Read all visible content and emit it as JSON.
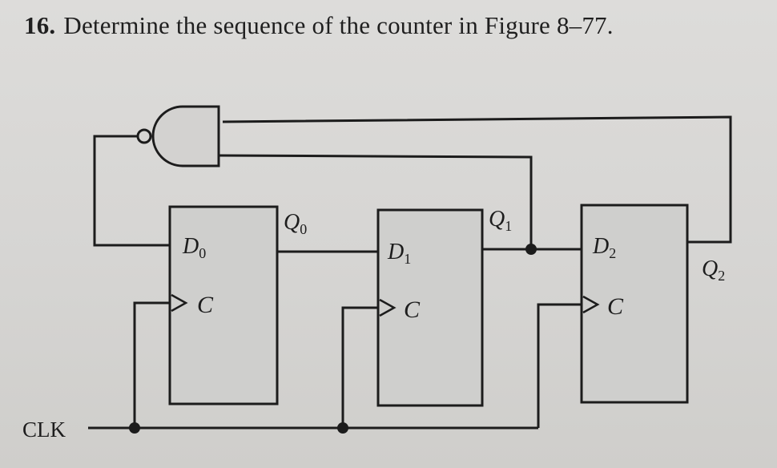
{
  "question": {
    "number": "16.",
    "text": "Determine the sequence of the counter in Figure 8–77."
  },
  "circuit": {
    "clock_label": "CLK",
    "flip_flops": [
      {
        "d_letter": "D",
        "d_sub": "0",
        "clock_letter": "C",
        "out_letter": "Q",
        "out_sub": "0"
      },
      {
        "d_letter": "D",
        "d_sub": "1",
        "clock_letter": "C",
        "out_letter": "Q",
        "out_sub": "1"
      },
      {
        "d_letter": "D",
        "d_sub": "2",
        "clock_letter": "C",
        "out_letter": "Q",
        "out_sub": "2"
      }
    ],
    "colors": {
      "wire": "#1c1c1c",
      "box_fill": "#cfcfcd",
      "paper": "#d9d8d6"
    }
  }
}
